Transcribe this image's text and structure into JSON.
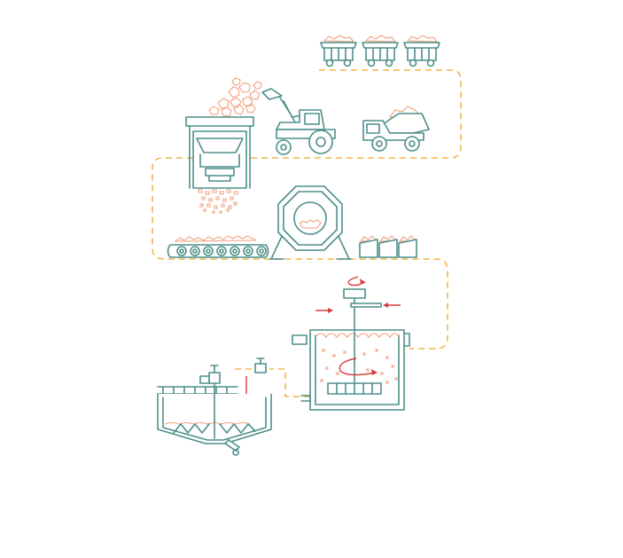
{
  "colors": {
    "line": "#4d8f8a",
    "ore": "#f0a07f",
    "path": "#f3b54a",
    "arrow": "#d93a3a",
    "background": "#ffffff"
  },
  "stages": [
    {
      "id": "mine-carts",
      "icon": "mine-cart-icon",
      "count": 3
    },
    {
      "id": "dump-truck",
      "icon": "dump-truck-icon"
    },
    {
      "id": "front-loader",
      "icon": "front-loader-icon"
    },
    {
      "id": "crusher-hopper",
      "icon": "crusher-hopper-icon"
    },
    {
      "id": "conveyor",
      "icon": "conveyor-belt-icon",
      "rollers": 7
    },
    {
      "id": "grinding-mill",
      "icon": "rotary-mill-icon"
    },
    {
      "id": "ore-bins",
      "icon": "ore-bin-icon",
      "count": 3
    },
    {
      "id": "flotation-cell",
      "icon": "flotation-cell-icon"
    },
    {
      "id": "thickener",
      "icon": "thickener-tank-icon"
    }
  ]
}
